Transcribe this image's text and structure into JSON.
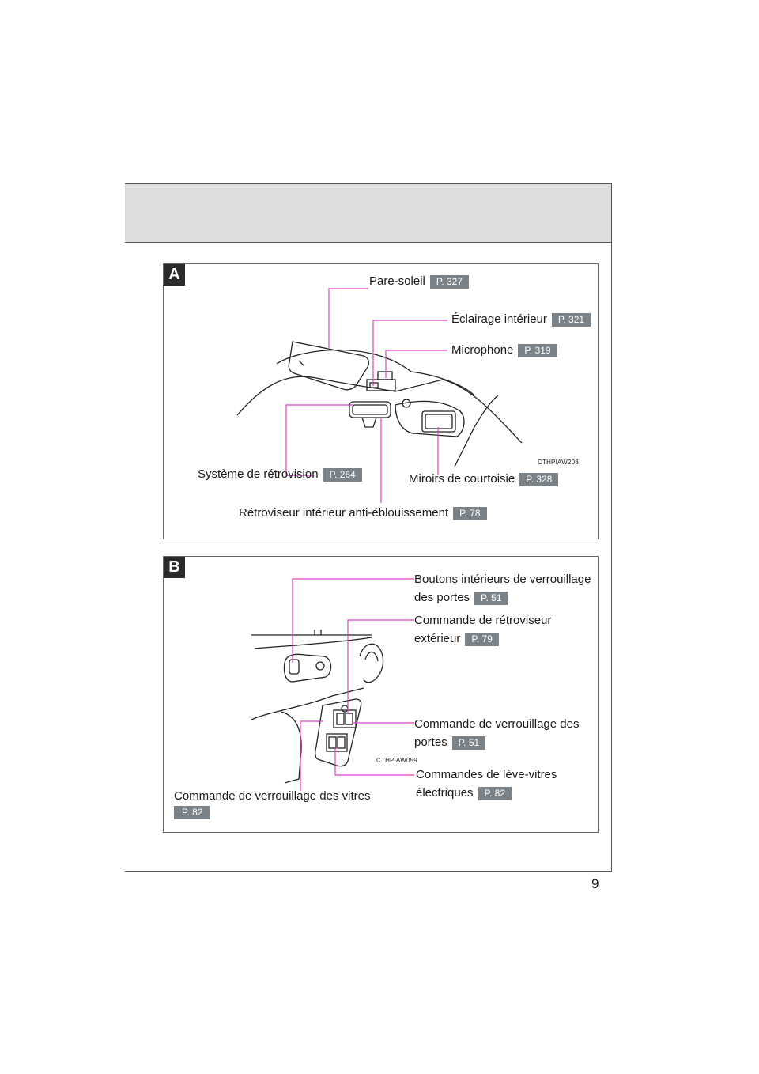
{
  "page": {
    "number": "9"
  },
  "section_a": {
    "letter": "A",
    "image_code": "CTHPIAW208",
    "callouts": {
      "sun_visor": {
        "label": "Pare-soleil",
        "page": "P. 327"
      },
      "interior_light": {
        "label": "Éclairage intérieur",
        "page": "P. 321"
      },
      "microphone": {
        "label": "Microphone",
        "page": "P. 319"
      },
      "rear_view_system": {
        "label": "Système de rétrovision",
        "page": "P. 264"
      },
      "vanity_mirrors": {
        "label": "Miroirs de courtoisie",
        "page": "P. 328"
      },
      "anti_glare_mirror": {
        "label": "Rétroviseur intérieur anti-éblouissement",
        "page": "P. 78"
      }
    }
  },
  "section_b": {
    "letter": "B",
    "image_code": "CTHPIAW059",
    "callouts": {
      "inside_lock_buttons": {
        "line1": "Boutons intérieurs de verrouillage",
        "line2": "des portes",
        "page": "P. 51"
      },
      "outside_mirror_switch": {
        "line1": "Commande de rétroviseur",
        "line2": "extérieur",
        "page": "P. 79"
      },
      "door_lock_switch": {
        "line1": "Commande de verrouillage des",
        "line2": "portes",
        "page": "P. 51"
      },
      "power_window_switches": {
        "line1": "Commandes de lève-vitres",
        "line2": "électriques",
        "page": "P. 82"
      },
      "window_lock_switch": {
        "line1": "Commande de verrouillage des vitres",
        "page": "P. 82"
      }
    }
  },
  "colors": {
    "leader": "#e040c8",
    "badge": "#7b8287",
    "header_band": "#dcdedd"
  }
}
